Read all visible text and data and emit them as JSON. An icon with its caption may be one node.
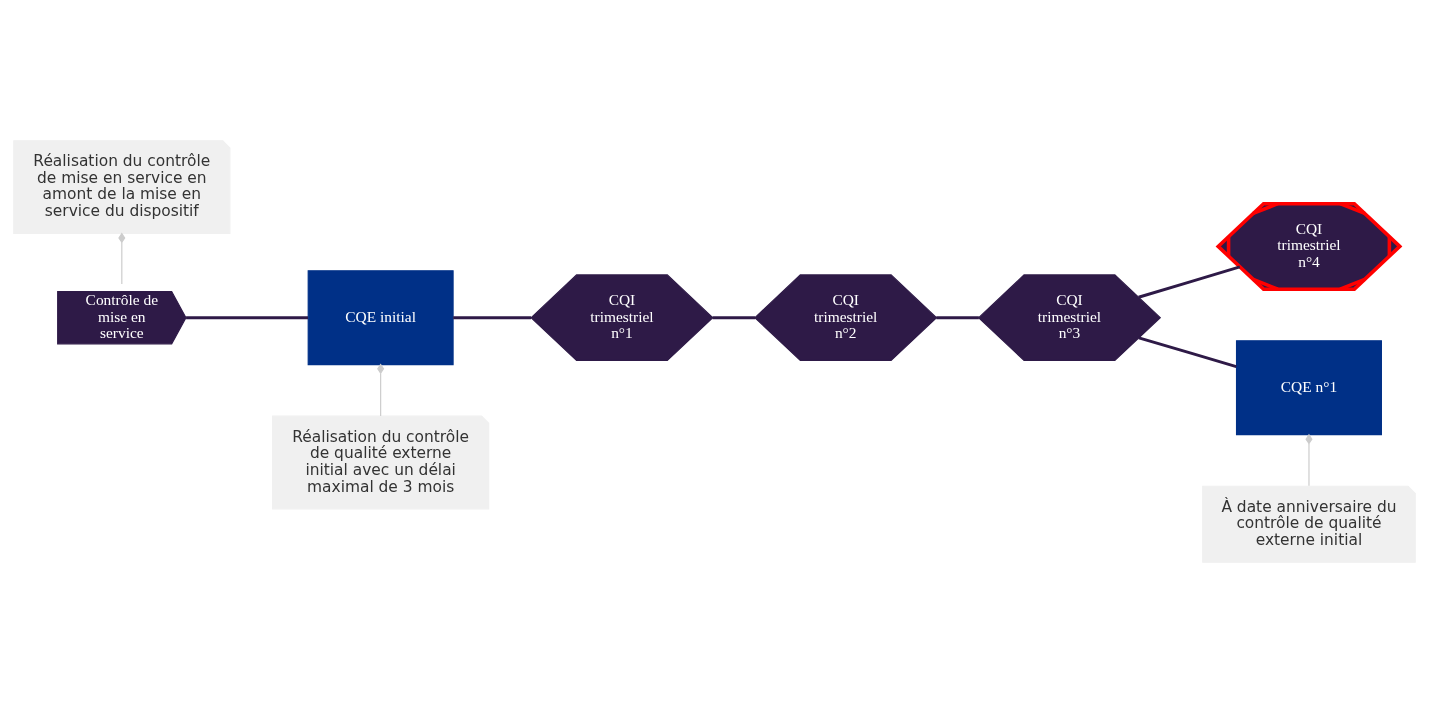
{
  "diagram": {
    "nodes": [
      {
        "text": [
          "Réalisation du contrôle de mise en service en amont de la mise en service du dispositif"
        ]
      },
      {
        "text": [
          "Contrôle de mise en service"
        ]
      },
      {
        "text": [
          "CQE initial"
        ]
      },
      {
        "text": [
          "Réalisation du contrôle de qualité externe initial avec un délai maximal de 3 mois"
        ]
      },
      {
        "text": [
          "CQI trimestriel n°1"
        ]
      },
      {
        "text": [
          "CQI trimestriel n°2"
        ]
      },
      {
        "text": [
          "CQI trimestriel n°3"
        ]
      },
      {
        "text": [
          "CQI trimestriel n°4"
        ]
      },
      {
        "text": [
          "CQE n°1"
        ]
      },
      {
        "text": [
          "À date anniversaire du contrôle de qualité externe initial"
        ]
      }
    ],
    "edges": [
      {
        "from": 0,
        "to": 1,
        "arrow": "other",
        "color": "#cccccc"
      },
      {
        "from": 1,
        "to": 2,
        "arrow": "none"
      },
      {
        "from": 2,
        "to": 3,
        "arrow": "other",
        "color": "#cccccc"
      },
      {
        "from": 2,
        "to": 4,
        "arrow": "none"
      },
      {
        "from": 4,
        "to": 5,
        "arrow": "none"
      },
      {
        "from": 5,
        "to": 6,
        "arrow": "none"
      },
      {
        "from": 6,
        "to": 7,
        "arrow": "none"
      },
      {
        "from": 6,
        "to": 8,
        "arrow": "none"
      },
      {
        "from": 8,
        "to": 9,
        "arrow": "other",
        "color": "#cccccc"
      }
    ]
  }
}
